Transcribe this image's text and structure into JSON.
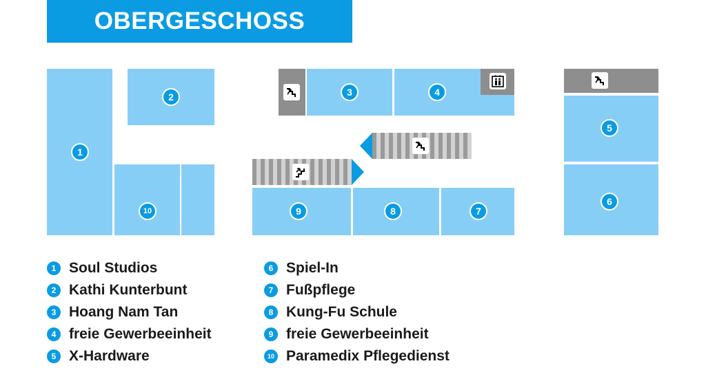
{
  "title": "OBERGESCHOSS",
  "rooms": {
    "r1": "1",
    "r2": "2",
    "r3": "3",
    "r4": "4",
    "r5": "5",
    "r6": "6",
    "r7": "7",
    "r8": "8",
    "r9": "9",
    "r10": "10"
  },
  "legend": [
    {
      "num": "1",
      "label": "Soul Studios"
    },
    {
      "num": "2",
      "label": "Kathi Kunterbunt"
    },
    {
      "num": "3",
      "label": "Hoang Nam Tan"
    },
    {
      "num": "4",
      "label": "freie Gewerbeeinheit"
    },
    {
      "num": "5",
      "label": "X-Hardware"
    },
    {
      "num": "6",
      "label": "Spiel-In"
    },
    {
      "num": "7",
      "label": "Fußpflege"
    },
    {
      "num": "8",
      "label": "Kung-Fu Schule"
    },
    {
      "num": "9",
      "label": "freie Gewerbeeinheit"
    },
    {
      "num": "10",
      "label": "Paramedix Pflegedienst"
    }
  ],
  "icons": {
    "stairs": "stairs-icon",
    "elevator": "elevator-icon"
  },
  "colors": {
    "accent": "#0a9be3",
    "room": "#87cef7",
    "stair_block": "#8e8e8e"
  }
}
